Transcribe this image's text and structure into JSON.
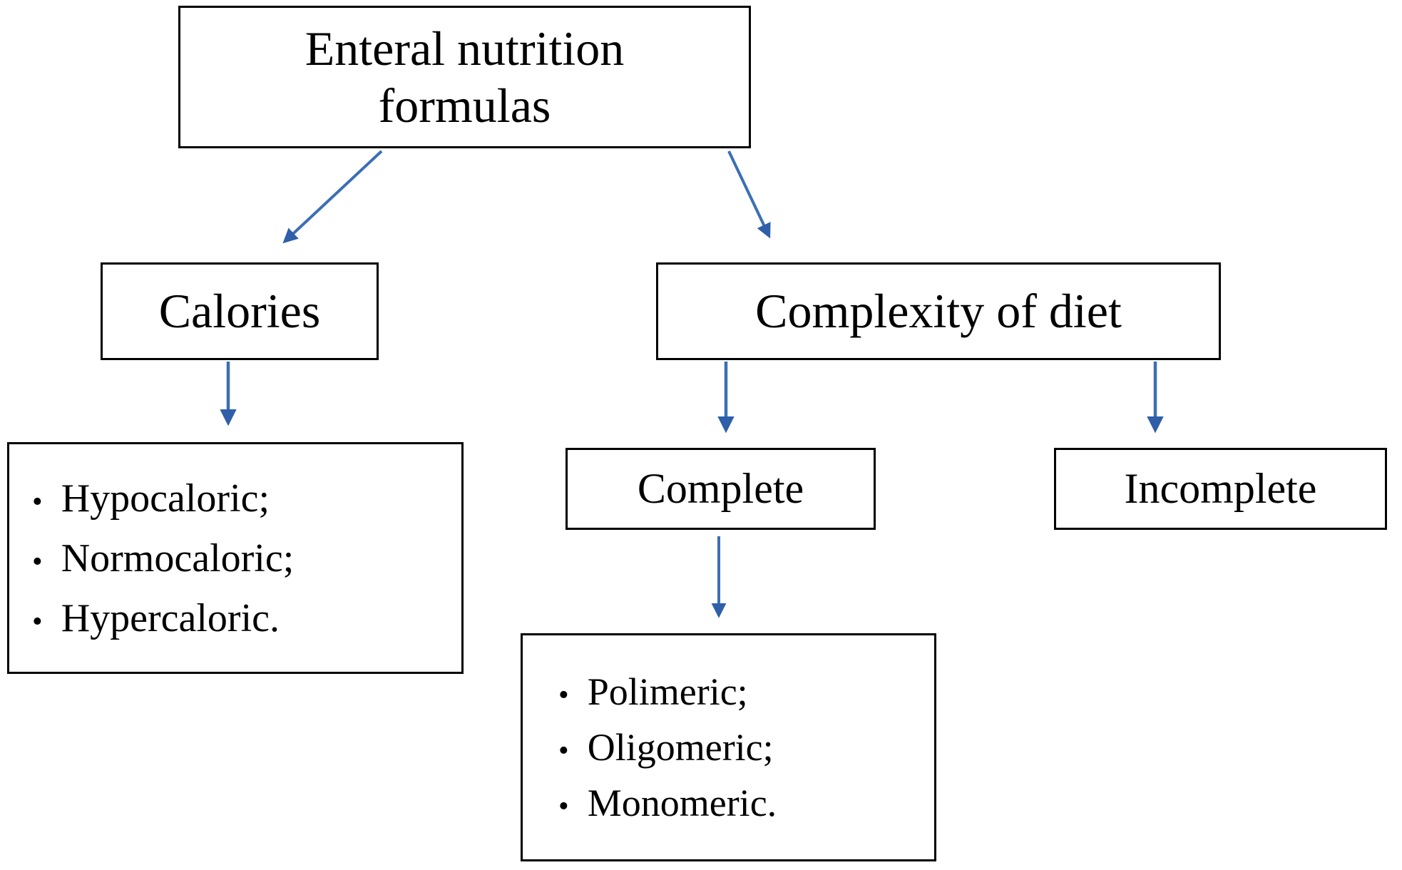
{
  "diagram": {
    "title": "Enteral nutrition formulas classification flowchart",
    "type": "flowchart",
    "accent_color": "#2E5FA8",
    "border_color": "#000000",
    "background_color": "#FFFFFF",
    "nodes": {
      "root": {
        "label": "Enteral nutrition\nformulas"
      },
      "calories": {
        "label": "Calories"
      },
      "complexity": {
        "label": "Complexity of diet"
      },
      "complete": {
        "label": "Complete"
      },
      "incomplete": {
        "label": "Incomplete"
      }
    },
    "calorie_types": {
      "bullet_glyph": "•",
      "items": [
        {
          "label": "Hypocaloric;"
        },
        {
          "label": "Normocaloric;"
        },
        {
          "label": "Hypercaloric."
        }
      ]
    },
    "complete_types": {
      "bullet_glyph": "•",
      "items": [
        {
          "label": "Polimeric;"
        },
        {
          "label": "Oligomeric;"
        },
        {
          "label": "Monomeric."
        }
      ]
    },
    "connectors": [
      {
        "name": "root-to-calories",
        "style": "diagonal-arrow"
      },
      {
        "name": "root-to-complexity",
        "style": "diagonal-arrow"
      },
      {
        "name": "calories-to-calorie-types",
        "style": "vertical-arrow"
      },
      {
        "name": "complexity-to-complete",
        "style": "vertical-arrow"
      },
      {
        "name": "complexity-to-incomplete",
        "style": "vertical-arrow"
      },
      {
        "name": "complete-to-complete-types",
        "style": "vertical-arrow"
      }
    ]
  }
}
